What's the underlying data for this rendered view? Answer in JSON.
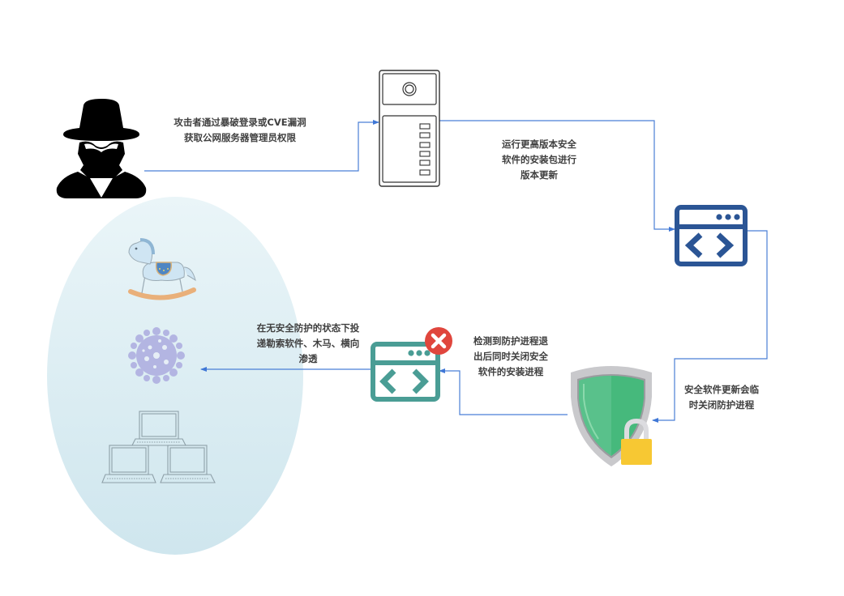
{
  "diagram": {
    "colors": {
      "connector": "#4a7fd6",
      "zone_fill_top": "#e9f4f8",
      "zone_fill_bottom": "#d1e8ef",
      "code_window_blue": "#2b5595",
      "code_window_teal": "#4a9d95",
      "error_badge": "#e0463d",
      "shield_green": "#45b87a",
      "shield_rim": "#c6c6c9",
      "lock_yellow": "#f7c833",
      "text": "#404040"
    },
    "nodes": {
      "attacker": {
        "icon": "hacker-icon"
      },
      "server": {
        "icon": "server-icon"
      },
      "installer_new": {
        "icon": "code-window-icon"
      },
      "security_software": {
        "icon": "shield-lock-icon"
      },
      "installer_closed": {
        "icon": "code-window-icon",
        "badge": "close-icon"
      },
      "internal_zone": {
        "items": [
          {
            "icon": "trojan-horse-icon"
          },
          {
            "icon": "virus-icon"
          },
          {
            "icon": "laptop-network-icon"
          }
        ]
      }
    },
    "labels": {
      "step1": [
        "攻击者通过暴破登录或CVE漏洞",
        "获取公网服务器管理员权限"
      ],
      "step2": [
        "运行更高版本安全",
        "软件的安装包进行",
        "版本更新"
      ],
      "step3": [
        "安全软件更新会临",
        "时关闭防护进程"
      ],
      "step4": [
        "检测到防护进程退",
        "出后同时关闭安全",
        "软件的安装进程"
      ],
      "step5": [
        "在无安全防护的状态下投",
        "递勒索软件、木马、横向",
        "渗透"
      ]
    }
  }
}
